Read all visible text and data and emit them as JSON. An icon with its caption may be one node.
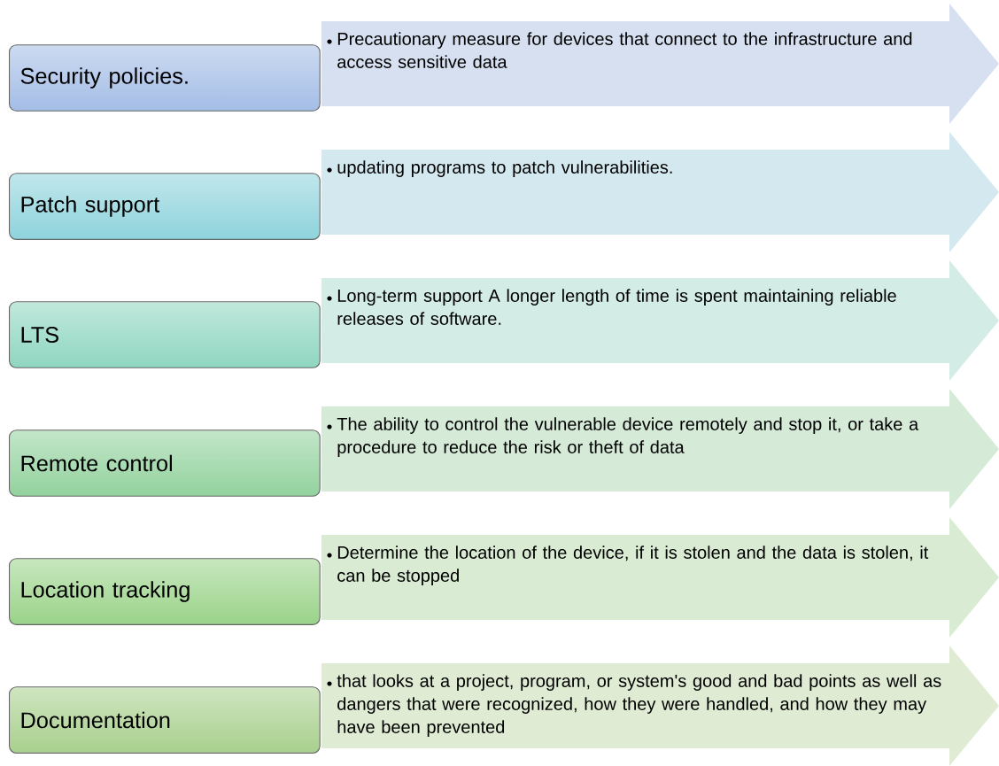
{
  "diagram": {
    "nodes": [
      {
        "text": [
          "Security policies."
        ]
      },
      {
        "text": [
          "Precautionary measure for devices that connect to the infrastructure and access sensitive data"
        ]
      },
      {
        "text": [
          "Patch support"
        ]
      },
      {
        "text": [
          "updating programs to patch vulnerabilities."
        ]
      },
      {
        "text": [
          "LTS"
        ]
      },
      {
        "text": [
          "Long-term support A longer length of time is spent maintaining reliable releases of software."
        ]
      },
      {
        "text": [
          "Remote control"
        ]
      },
      {
        "text": [
          "The ability to control the vulnerable device remotely and stop it, or take a procedure to reduce the risk or theft of data"
        ]
      },
      {
        "text": [
          "Location tracking"
        ]
      },
      {
        "text": [
          "Determine the location of the device, if it is stolen and the data is stolen, it can be stopped"
        ]
      },
      {
        "text": [
          "Documentation"
        ]
      },
      {
        "text": [
          "that looks at a project, program, or system's good and bad points as well as dangers that were recognized, how they were handled, and how they may have been prevented"
        ]
      }
    ]
  }
}
